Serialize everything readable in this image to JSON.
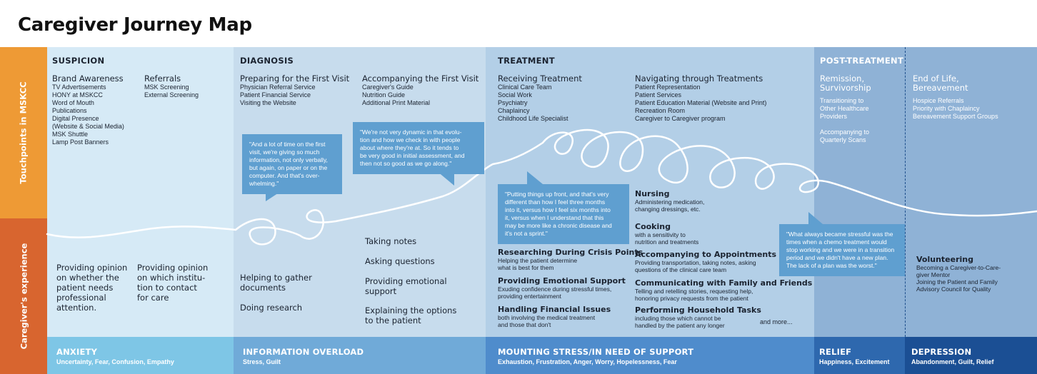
{
  "title": "Caregiver Journey Map",
  "side": {
    "touchpoints": "Touchpoints in MSKCC",
    "experience": "Caregiver's experience"
  },
  "phases": {
    "suspicion": "SUSPICION",
    "diagnosis": "DIAGNOSIS",
    "treatment": "TREATMENT",
    "post": "POST-TREATMENT"
  },
  "touchpoints": {
    "brand": {
      "title": "Brand Awareness",
      "items": [
        "TV Advertisements",
        "HONY at MSKCC",
        "Word of Mouth",
        "Publications",
        "Digital Presence",
        "(Website & Social Media)",
        "MSK Shuttle",
        "Lamp Post Banners"
      ]
    },
    "referrals": {
      "title": "Referrals",
      "items": [
        "MSK Screening",
        "External Screening"
      ]
    },
    "prep": {
      "title": "Preparing for the First Visit",
      "items": [
        "Physician Referral Service",
        "Patient Financial Service",
        "Visiting the Website"
      ]
    },
    "accomp": {
      "title": "Accompanying the First Visit",
      "items": [
        "Caregiver's Guide",
        "Nutrition Guide",
        "Additional Print Material"
      ]
    },
    "receiving": {
      "title": "Receiving Treatment",
      "items": [
        "Clinical Care Team",
        "Social Work",
        "Psychiatry",
        "Chaplaincy",
        "Childhood Life Specialist"
      ]
    },
    "navigating": {
      "title": "Navigating through Treatments",
      "items": [
        "Patient Representation",
        "Patient Services",
        "Patient Education Material (Website and Print)",
        "Recreation Room",
        "Caregiver to Caregiver program"
      ]
    },
    "remission": {
      "title1": "Remission,",
      "title2": "Survivorship",
      "items": [
        "Transitioning to",
        "Other Healthcare",
        "Providers",
        "",
        "Accompanying to",
        "Quarterly Scans"
      ]
    },
    "eol": {
      "title1": "End of Life,",
      "title2": "Bereavement",
      "items": [
        "Hospice Referrals",
        "Priority with Chaplaincy",
        "Bereavement Support Groups"
      ]
    }
  },
  "quotes": {
    "q1": [
      "\"And a lot of time on the first",
      "visit, we're giving so much",
      "information, not only verbally,",
      "but again, on paper or on the",
      "computer. And that's over-",
      "whelming.\""
    ],
    "q2": [
      "\"We're not very dynamic in that evolu-",
      "tion and how we check in with people",
      "about where they're at.  So it tends to",
      "be very good in initial assessment, and",
      "then not so good as we go along.\""
    ],
    "q3": [
      "\"Putting things up front, and that's very",
      "different than how I feel three months",
      "into it, versus how I feel six months into",
      "it, versus when I understand that this",
      "may be more like a chronic disease and",
      "it's not a sprint.\""
    ],
    "q4": [
      "\"What always became stressful was the",
      "times when a chemo treatment would",
      "stop working and we were in a transition",
      "period and we didn't have a new plan.",
      "The lack of a plan was the worst.\""
    ]
  },
  "experience": {
    "s1": [
      "Providing opinion",
      "on whether the",
      "patient needs",
      "professional",
      "attention."
    ],
    "s2": [
      "Providing opinion",
      "on which institu-",
      "tion to contact",
      "for care"
    ],
    "d1": [
      "Helping to gather",
      "documents"
    ],
    "d2": "Doing research",
    "d3": "Taking notes",
    "d4": "Asking questions",
    "d5": [
      "Providing emotional",
      "support"
    ],
    "d6": [
      "Explaining the options",
      "to the patient"
    ],
    "t1": {
      "title": "Researching During Crisis Points",
      "lines": [
        "Helping the patient determine",
        "what is best for them"
      ]
    },
    "t2": {
      "title": "Providing Emotional Support",
      "lines": [
        "Exuding confidence during stressful times,",
        "providing entertainment"
      ]
    },
    "t3": {
      "title": "Handling Financial Issues",
      "lines": [
        "both involving the medical treatment",
        "and those that don't"
      ]
    },
    "n1": {
      "title": "Nursing",
      "lines": [
        "Administering medication,",
        "changing dressings, etc."
      ]
    },
    "n2": {
      "title": "Cooking",
      "lines": [
        "with a sensitivity to",
        "nutrition and treatments"
      ]
    },
    "n3": {
      "title": "Accompanying to Appointments",
      "lines": [
        "Providing transportation, taking notes, asking",
        "questions of the clinical care team"
      ]
    },
    "n4": {
      "title": "Communicating with Family and Friends",
      "lines": [
        "Telling and retelling stories, requesting help,",
        "honoring privacy requests from the patient"
      ]
    },
    "n5": {
      "title": "Performing Household Tasks",
      "lines": [
        "including those which cannot be",
        "handled by the patient any longer"
      ]
    },
    "more": "and more...",
    "vol": {
      "title": "Volunteering",
      "lines": [
        "Becoming a Caregiver-to-Care-",
        "giver Mentor",
        "Joining the Patient and Family",
        "Advisory Council for Quality"
      ]
    }
  },
  "bands": {
    "anxiety": {
      "label": "ANXIETY",
      "sub": "Uncertainty, Fear, Confusion, Empathy"
    },
    "overload": {
      "label": "INFORMATION OVERLOAD",
      "sub": "Stress, Guilt"
    },
    "stress": {
      "label": "MOUNTING STRESS/IN NEED OF SUPPORT",
      "sub": "Exhaustion, Frustration, Anger, Worry, Hopelessness, Fear"
    },
    "relief": {
      "label": "RELIEF",
      "sub": "Happiness, Excitement"
    },
    "depression": {
      "label": "DEPRESSION",
      "sub": "Abandonment, Guilt, Relief"
    }
  },
  "colors": {
    "touchpoints": "#ee9a35",
    "experience": "#d8652f",
    "suspicion": "#d6eaf6",
    "diagnosis": "#c7dced",
    "treatment": "#b3cfe7",
    "post": "#8fb2d6"
  }
}
